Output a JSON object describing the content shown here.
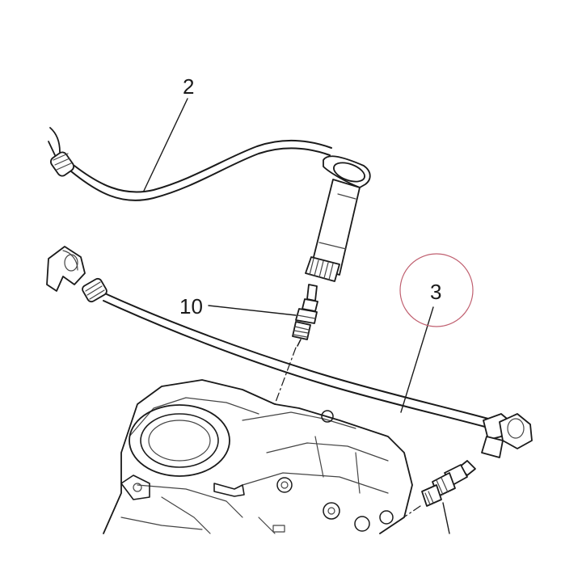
{
  "callouts": {
    "c2": "2",
    "c10": "10",
    "c3": "3"
  },
  "colors": {
    "ink": "#1a1a1a",
    "highlight_circle": "#c06070",
    "background": "#ffffff"
  }
}
